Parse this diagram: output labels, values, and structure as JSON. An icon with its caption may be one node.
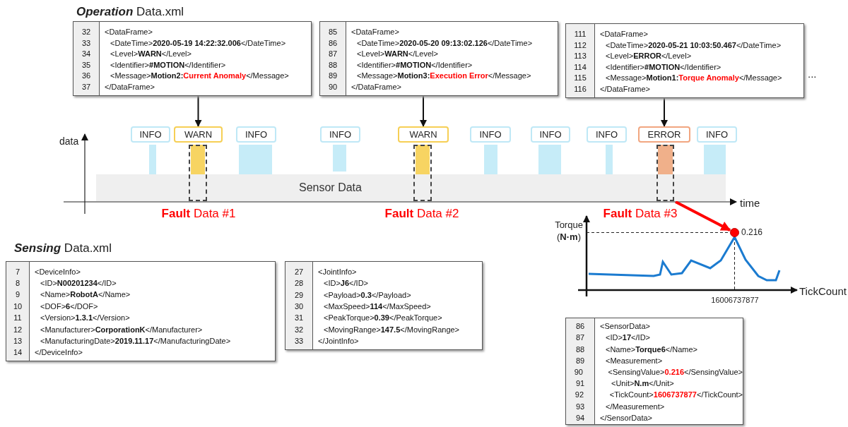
{
  "diagram": {
    "nodes": [
      {
        "text": [
          "32",
          "<DataFrame>",
          "33",
          "<DateTime>**2020-05-19 14:22:32.006**</DateTime>",
          "34",
          "<Level>**WARN**</Level>",
          "35",
          "<Identifier>**#MOTION**</Identifier>",
          "36",
          "<Message>**Motion2:****Current Anomaly**</Message>",
          "37",
          "</DataFrame>"
        ]
      },
      {
        "text": [
          "85",
          "<DataFrame>",
          "86",
          "<DateTime>**2020-05-20 09:13:02.126**</DateTime>",
          "87",
          "<Level>**WARN**</Level>",
          "88",
          "<Identifier>**#MOTION**</Identifier>",
          "89",
          "<Message>**Motion3:****Execution Error**</Message>",
          "90",
          "</DataFrame>"
        ]
      },
      {
        "text": [
          "111",
          "<DataFrame>",
          "112",
          "<DateTime>**2020-05-21 10:03:50.467**</DateTime>",
          "113",
          "<Level>**ERROR**</Level>",
          "114",
          "<Identifier>**#MOTION**</Identifier>",
          "115",
          "<Message>**Motion1:****Torque Anomaly**</Message>",
          "116",
          "</DataFrame>"
        ]
      },
      {
        "text": [
          "INFO"
        ]
      },
      {
        "text": [
          "WARN"
        ]
      },
      {
        "text": [
          "INFO"
        ]
      },
      {
        "text": [
          "INFO"
        ]
      },
      {
        "text": [
          "WARN"
        ]
      },
      {
        "text": [
          "INFO"
        ]
      },
      {
        "text": [
          "INFO"
        ]
      },
      {
        "text": [
          "INFO"
        ]
      },
      {
        "text": [
          "ERROR"
        ]
      },
      {
        "text": [
          "INFO"
        ]
      },
      {
        "text": [
          "Sensor Data"
        ]
      },
      {
        "text": [],
        "shape": "box"
      },
      {
        "text": [],
        "shape": "box"
      },
      {
        "text": [],
        "shape": "box"
      },
      {
        "text": [],
        "shape": "circle"
      },
      {
        "text": [
          "7",
          "<DeviceInfo>",
          "8",
          "<ID>**N00201234**</ID>",
          "9",
          "<Name>**RobotA**</Name>",
          "10",
          "<DOF>**6**</DOF>",
          "11",
          "<Version>**1.3.1**</Version>",
          "12",
          "<Manufacturer>**CorporationK**</Manufacturer>",
          "13",
          "<ManufacturingDate>**2019.11.17**</ManufacturingDate>",
          "14",
          "</DeviceInfo>"
        ]
      },
      {
        "text": [
          "27",
          "<JointInfo>",
          "28",
          "<ID>**J6**</ID>",
          "29",
          "<Payload>**0.3**</Payload>",
          "30",
          "<MaxSpeed>**114**</MaxSpeed>",
          "31",
          "<PeakTorque>**0.39**</PeakTorque>",
          "32",
          "<MovingRange>**147.5**</MovingRange>",
          "33",
          "</JointInfo>"
        ]
      },
      {
        "text": [
          "86",
          "<SensorData>",
          "87",
          "<ID>**17**</ID>",
          "88",
          "<Name>**Torque6**</Name>",
          "89",
          "<Measurement>",
          "90",
          "<SensingValue>**0.216**</SensingValue>",
          "91",
          "<Unit>**N.m**</Unit>",
          "92",
          "<TickCount>**1606737877**</TickCount>",
          "93",
          "</Measurement>",
          "94",
          "</SensorData>"
        ]
      }
    ],
    "edges": [
      {
        "from": 0,
        "to": 4,
        "arrow": "to"
      },
      {
        "from": 1,
        "to": 7,
        "arrow": "to"
      },
      {
        "from": 2,
        "to": 11,
        "arrow": "to"
      },
      {
        "from": 16,
        "to": 17,
        "arrow": "to",
        "style": "thick",
        "color": "#ff0000"
      }
    ],
    "labels": [
      "**Operation** Data.xml",
      "...",
      "data",
      "time",
      "**Fault** Data #1",
      "**Fault** Data #2",
      "**Fault** Data #3",
      "Torque (**N·m**)",
      "0.216",
      "**Sensing** Data.xml",
      "TickCount",
      "16006737877"
    ]
  }
}
